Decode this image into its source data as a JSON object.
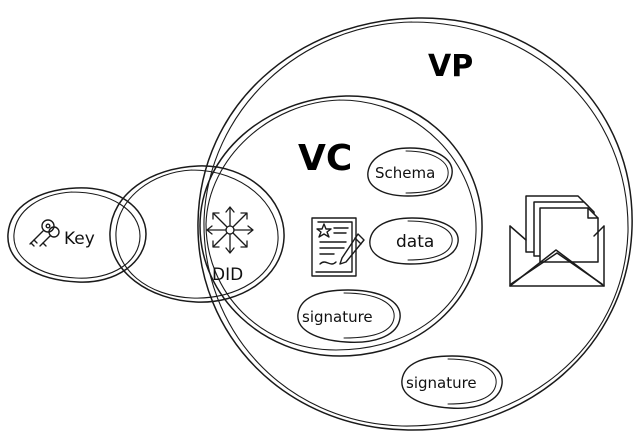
{
  "labels": {
    "vp": "VP",
    "vc": "VC",
    "key": "Key",
    "did": "DID",
    "schema": "Schema",
    "data": "data",
    "vc_signature": "signature",
    "vp_signature": "signature"
  },
  "icons": {
    "key": "key-icon",
    "did": "network-hub-icon",
    "credential": "certificate-document-icon",
    "envelope": "envelope-with-documents-icon"
  },
  "colors": {
    "stroke": "#1a1a1a",
    "background": "#ffffff"
  }
}
